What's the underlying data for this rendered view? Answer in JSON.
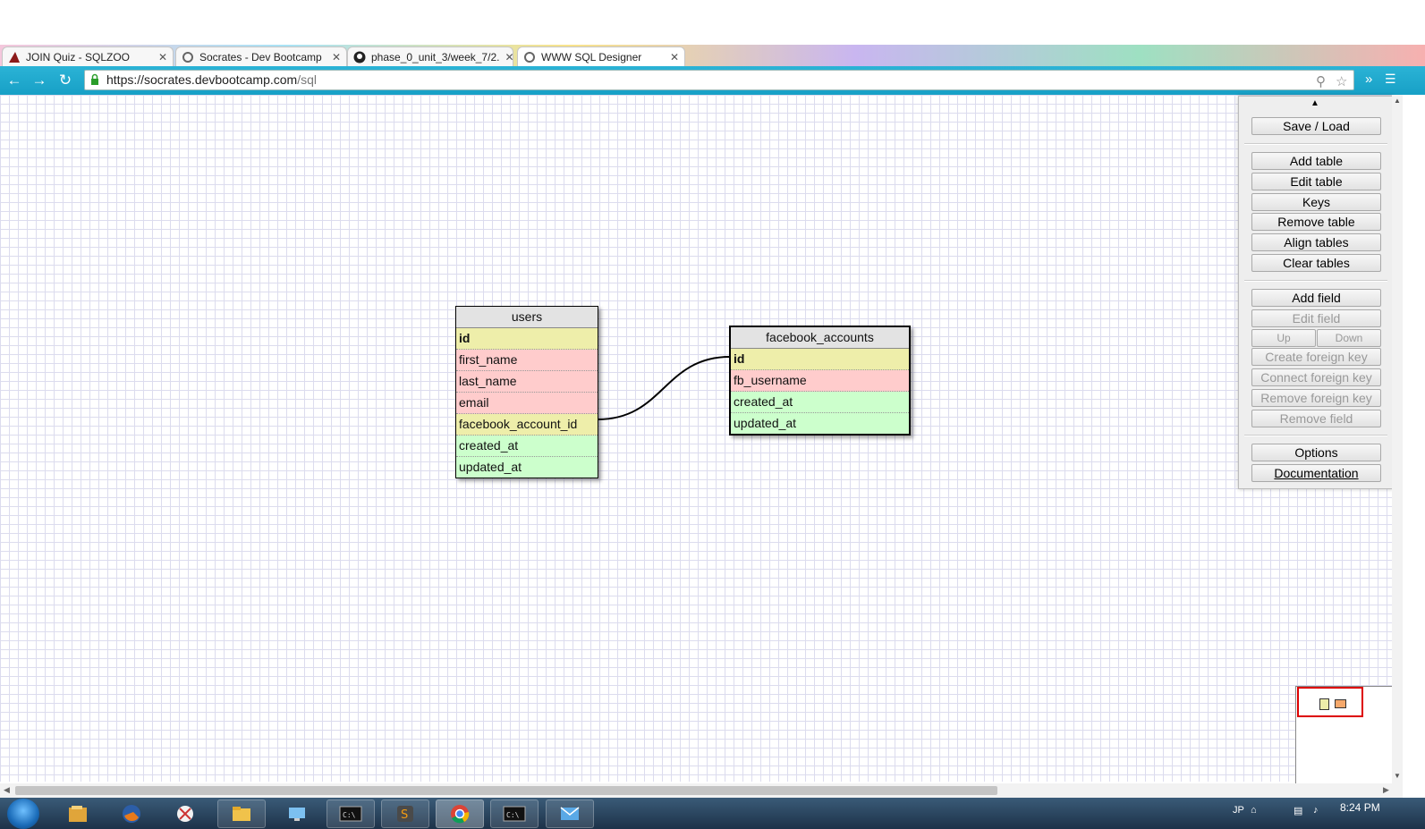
{
  "browser": {
    "tabs": [
      {
        "title": "JOIN Quiz - SQLZOO",
        "icon": "sqlzoo-favicon",
        "active": false
      },
      {
        "title": "Socrates - Dev Bootcamp",
        "icon": "socrates-favicon",
        "active": false
      },
      {
        "title": "phase_0_unit_3/week_7/2.",
        "icon": "github-favicon",
        "active": false
      },
      {
        "title": "WWW SQL Designer",
        "icon": "sqldesigner-favicon",
        "active": true
      }
    ],
    "tab_close_glyph": "✕",
    "url_scheme_host": "https://socrates.devbootcamp.com",
    "url_path": "/sql",
    "extension_glyph": "»"
  },
  "diagram": {
    "tables": [
      {
        "name": "users",
        "fields": [
          {
            "name": "id",
            "kind": "primary-key"
          },
          {
            "name": "first_name",
            "kind": "string"
          },
          {
            "name": "last_name",
            "kind": "string"
          },
          {
            "name": "email",
            "kind": "string"
          },
          {
            "name": "facebook_account_id",
            "kind": "foreign-key"
          },
          {
            "name": "created_at",
            "kind": "datetime"
          },
          {
            "name": "updated_at",
            "kind": "datetime"
          }
        ]
      },
      {
        "name": "facebook_accounts",
        "fields": [
          {
            "name": "id",
            "kind": "primary-key"
          },
          {
            "name": "fb_username",
            "kind": "string"
          },
          {
            "name": "created_at",
            "kind": "datetime"
          },
          {
            "name": "updated_at",
            "kind": "datetime"
          }
        ]
      }
    ],
    "relations": [
      {
        "from": "users.facebook_account_id",
        "to": "facebook_accounts.id"
      }
    ],
    "colors": {
      "key": "#eeeeaa",
      "string": "#ffcccc",
      "datetime": "#ccffcc",
      "header": "#e3e3e3"
    }
  },
  "panel": {
    "save_load": "Save / Load",
    "add_table": "Add table",
    "edit_table": "Edit table",
    "keys": "Keys",
    "remove_table": "Remove table",
    "align_tables": "Align tables",
    "clear_tables": "Clear tables",
    "add_field": "Add field",
    "edit_field": "Edit field",
    "up": "Up",
    "down": "Down",
    "create_foreign_key": "Create foreign key",
    "connect_foreign_key": "Connect foreign key",
    "remove_foreign_key": "Remove foreign key",
    "remove_field": "Remove field",
    "options": "Options",
    "documentation": "Documentation"
  },
  "taskbar": {
    "clock": "8:24 PM",
    "apps": [
      "start-orb",
      "explorer",
      "firefox",
      "snipping-tool",
      "file-manager",
      "network",
      "cmd",
      "sublime-text",
      "chrome",
      "cmd",
      "outlook"
    ]
  }
}
